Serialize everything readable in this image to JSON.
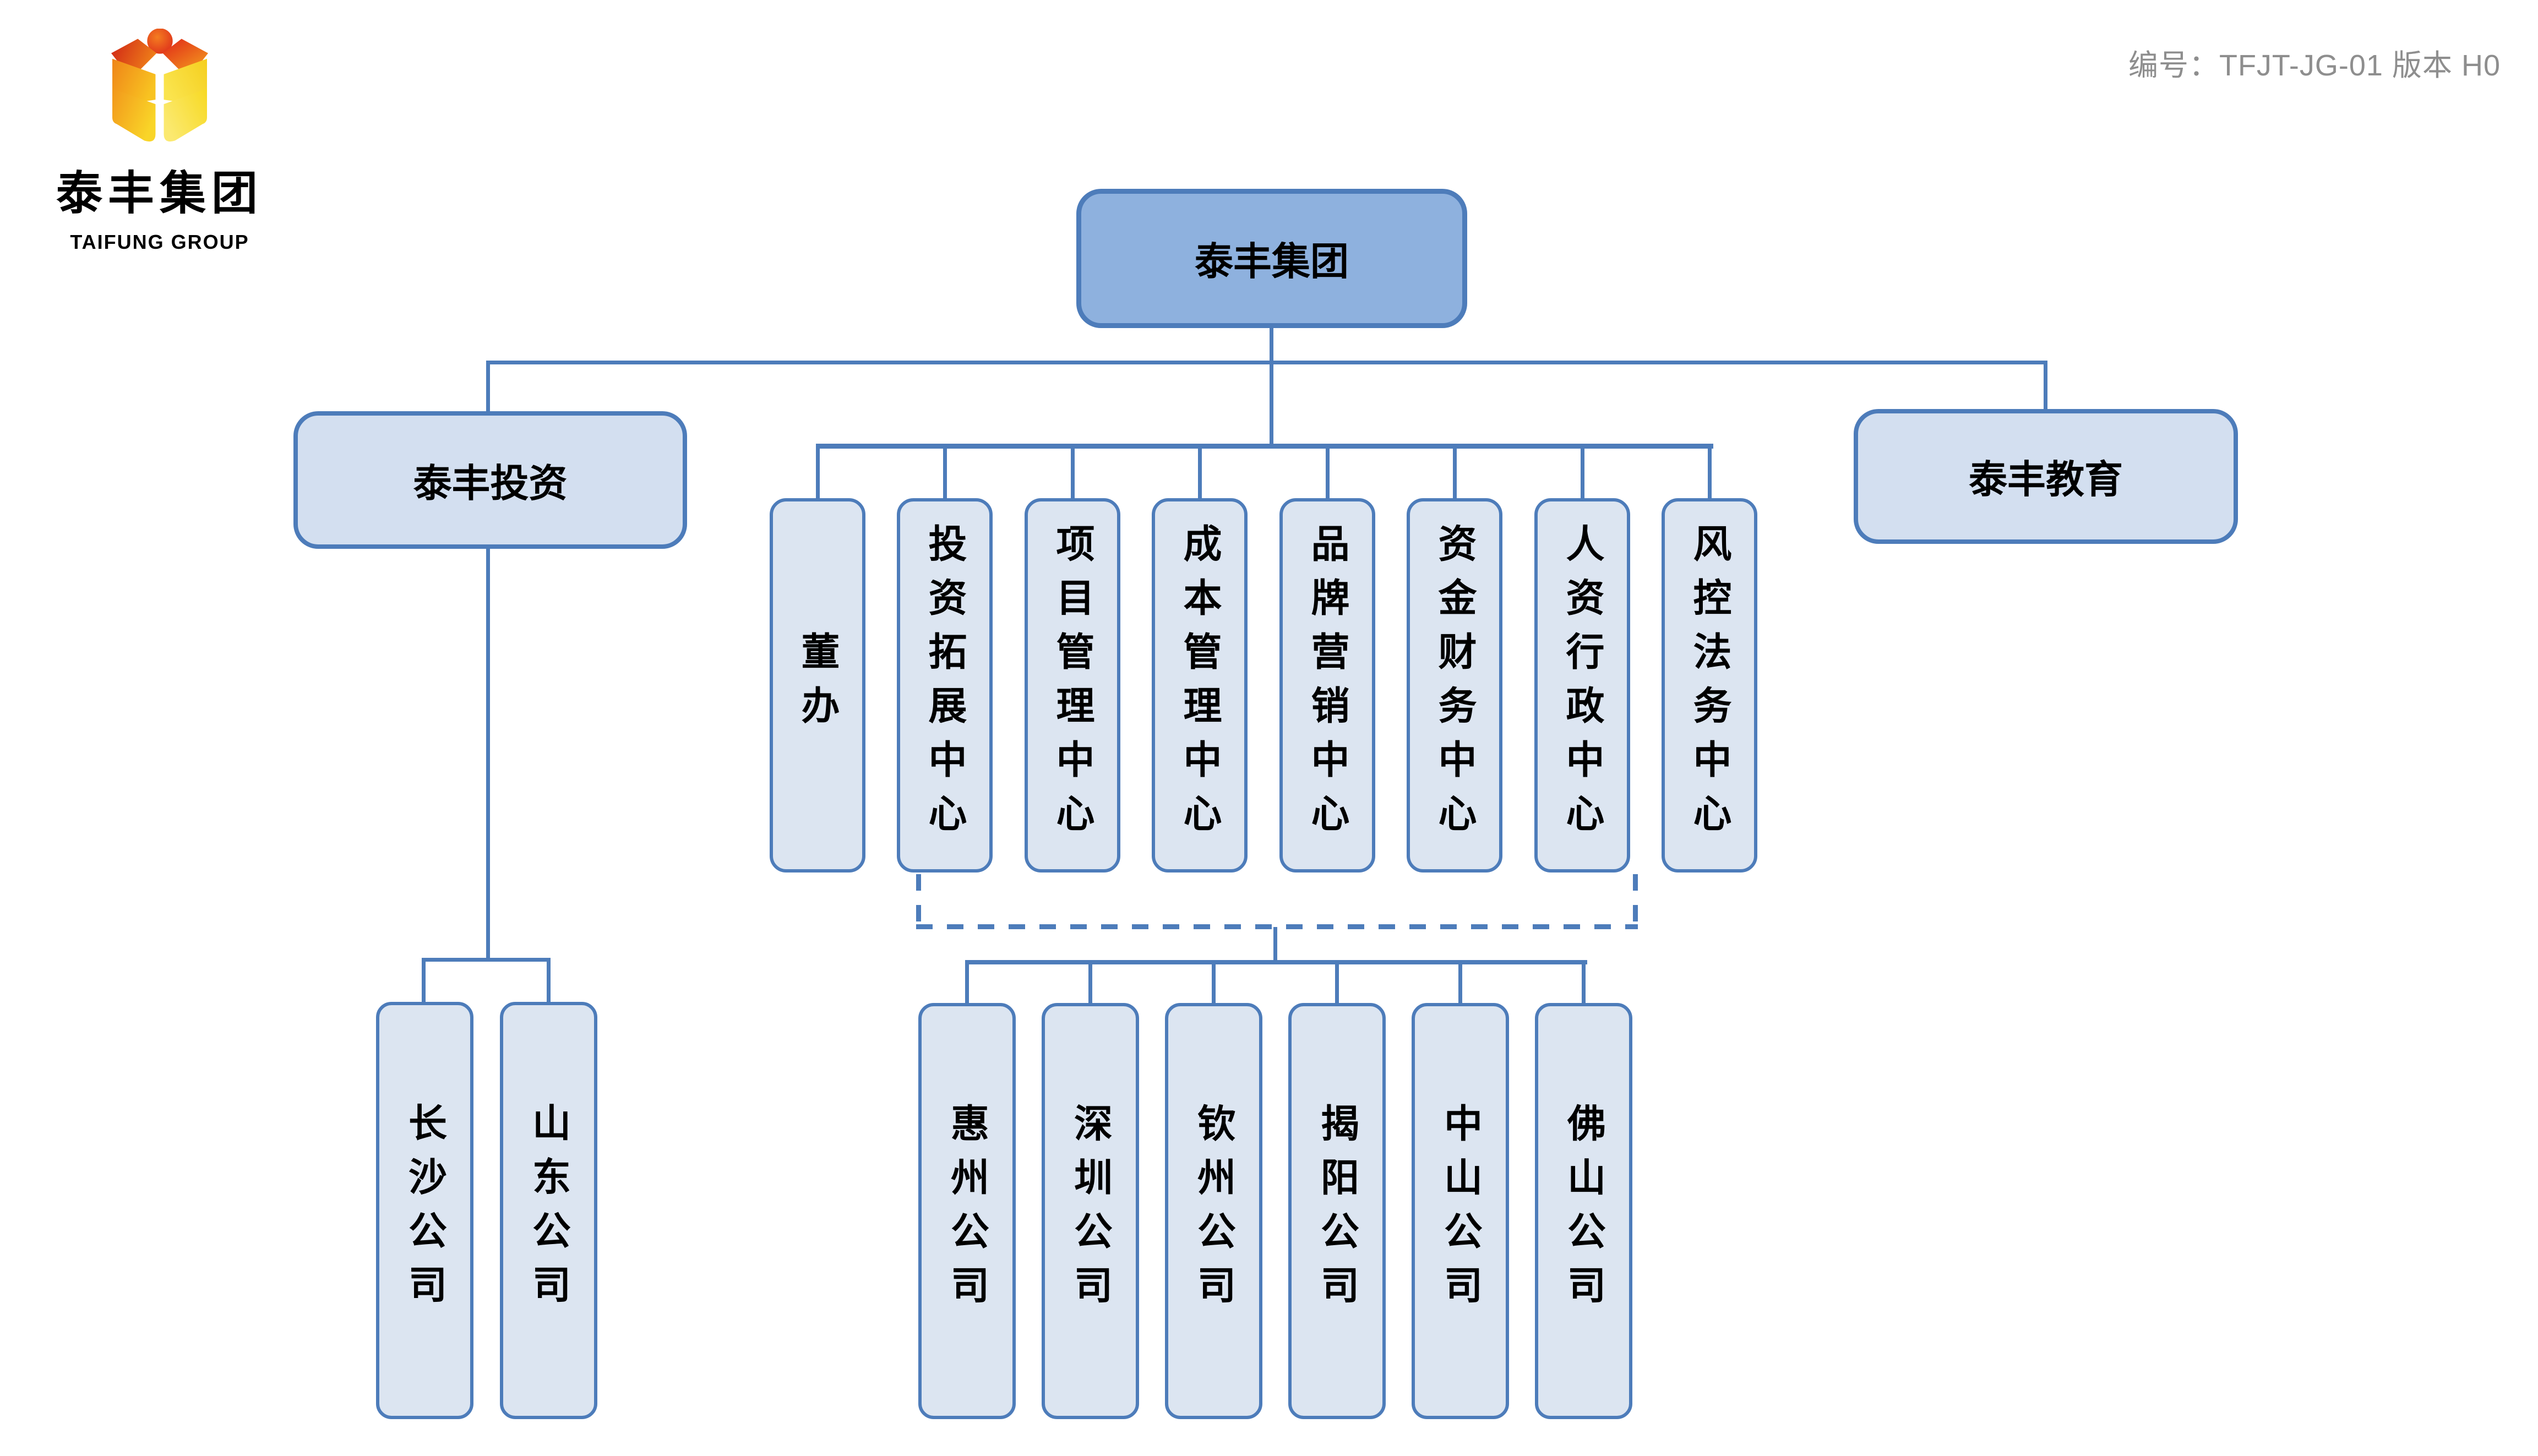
{
  "meta": {
    "doc_code": "编号：TFJT-JG-01  版本 H0"
  },
  "logo": {
    "name_cn": "泰丰集团",
    "name_en": "TAIFUNG GROUP"
  },
  "org": {
    "root": {
      "label": "泰丰集团"
    },
    "branches": {
      "invest": {
        "label": "泰丰投资"
      },
      "education": {
        "label": "泰丰教育"
      }
    },
    "centers": [
      {
        "label": "董办"
      },
      {
        "label": "投资拓展中心"
      },
      {
        "label": "项目管理中心"
      },
      {
        "label": "成本管理中心"
      },
      {
        "label": "品牌营销中心"
      },
      {
        "label": "资金财务中心"
      },
      {
        "label": "人资行政中心"
      },
      {
        "label": "风控法务中心"
      }
    ],
    "invest_companies": [
      {
        "label": "长沙公司"
      },
      {
        "label": "山东公司"
      }
    ],
    "group_companies": [
      {
        "label": "惠州公司"
      },
      {
        "label": "深圳公司"
      },
      {
        "label": "钦州公司"
      },
      {
        "label": "揭阳公司"
      },
      {
        "label": "中山公司"
      },
      {
        "label": "佛山公司"
      }
    ]
  },
  "colors": {
    "line": "#4d7cba",
    "root_fill": "#8eb1de",
    "branch_fill": "#d3dff0",
    "box_fill": "#dce5f1",
    "text": "#000000",
    "code_text": "#8e8e8e",
    "logo_red": "#e23c1d",
    "logo_orange": "#f08418",
    "logo_yellow": "#f7d31f"
  }
}
